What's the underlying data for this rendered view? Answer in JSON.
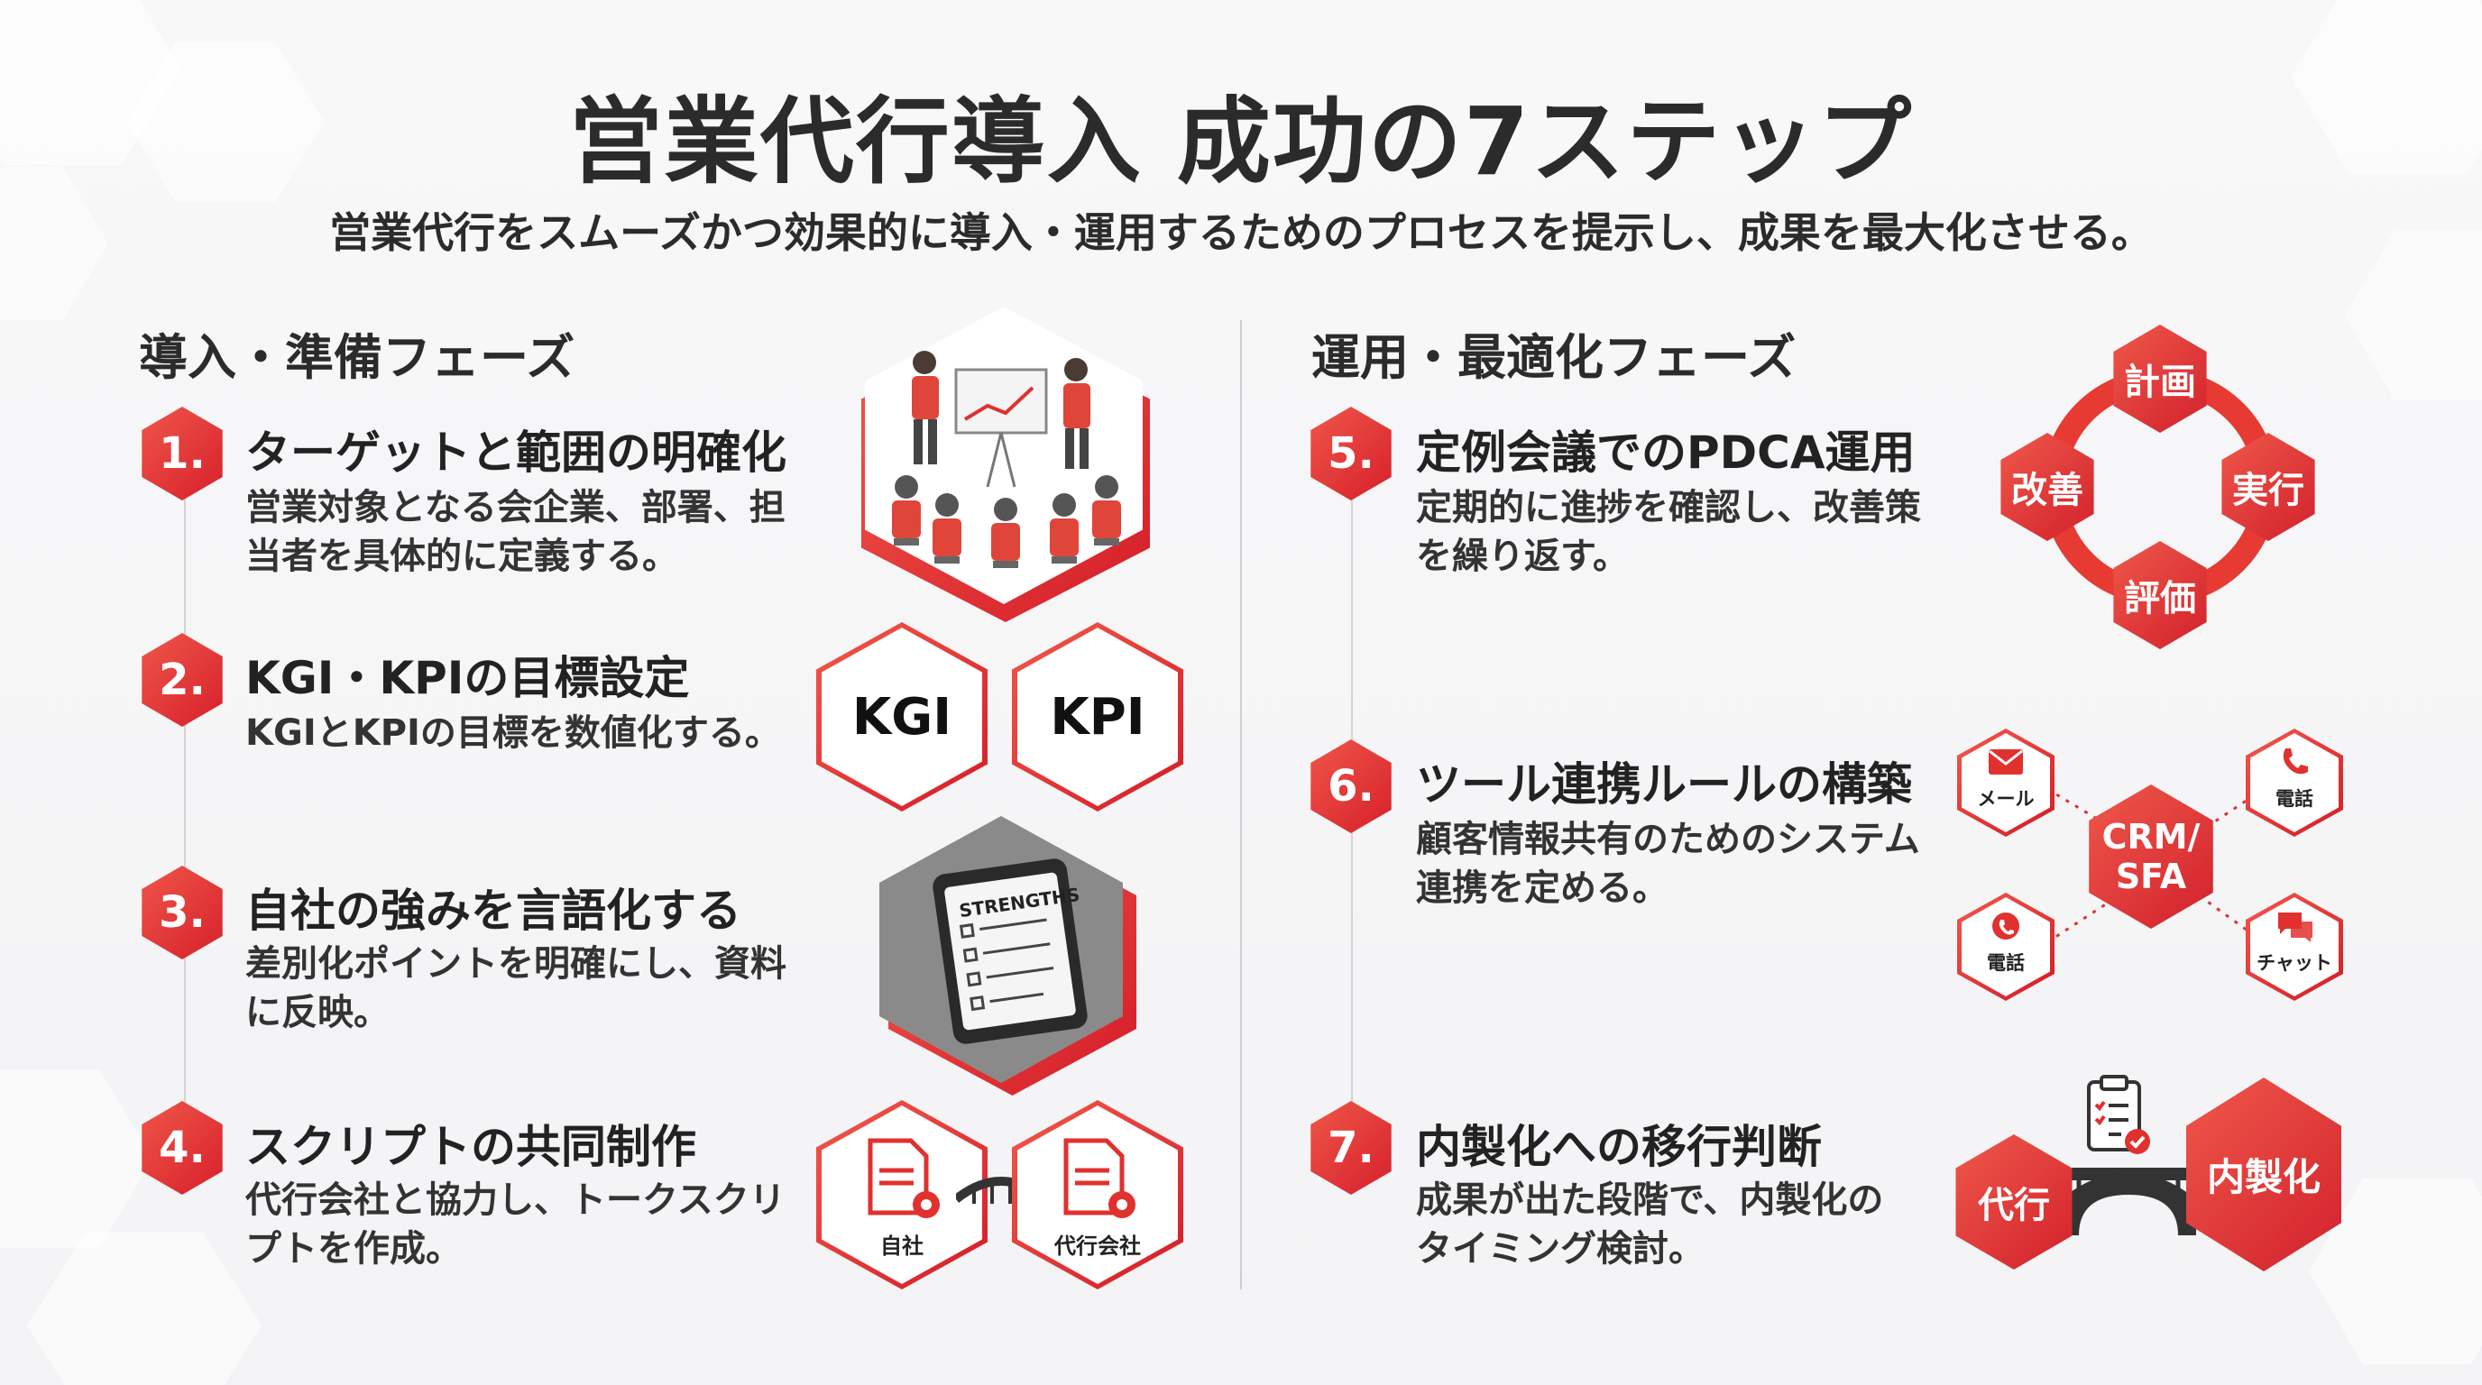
{
  "title": "営業代行導入 成功の7ステップ",
  "subtitle": "営業代行をスムーズかつ効果的に導入・運用するためのプロセスを提示し、成果を最大化させる。",
  "left_phase": "導入・準備フェーズ",
  "right_phase": "運用・最適化フェーズ",
  "steps": [
    {
      "num": "1.",
      "title": "ターゲットと範囲の明確化",
      "desc1": "営業対象となる会企業、部署、担",
      "desc2": "当者を具体的に定義する。"
    },
    {
      "num": "2.",
      "title": "KGI・KPIの目標設定",
      "desc1": "KGIとKPIの目標を数値化する。",
      "desc2": ""
    },
    {
      "num": "3.",
      "title": "自社の強みを言語化する",
      "desc1": "差別化ポイントを明確にし、資料",
      "desc2": "に反映。"
    },
    {
      "num": "4.",
      "title": "スクリプトの共同制作",
      "desc1": "代行会社と協力し、トークスクリ",
      "desc2": "プトを作成。"
    },
    {
      "num": "5.",
      "title": "定例会議でのPDCA運用",
      "desc1": "定期的に進捗を確認し、改善策",
      "desc2": "を繰り返す。"
    },
    {
      "num": "6.",
      "title": "ツール連携ルールの構築",
      "desc1": "顧客情報共有のためのシステム",
      "desc2": "連携を定める。"
    },
    {
      "num": "7.",
      "title": "内製化への移行判断",
      "desc1": "成果が出た段階で、内製化の",
      "desc2": "タイミング検討。"
    }
  ],
  "kgi": "KGI",
  "kpi": "KPI",
  "strengths_label": "STRENGTHS",
  "bridge": {
    "left": "自社",
    "right": "代行会社"
  },
  "pdca": {
    "top": "計画",
    "right": "実行",
    "bottom": "評価",
    "left": "改善"
  },
  "crm": {
    "center_line1": "CRM/",
    "center_line2": "SFA",
    "tl": "メール",
    "tr": "電話",
    "bl": "電話",
    "br": "チャット"
  },
  "transition": {
    "left": "代行",
    "right": "内製化"
  },
  "colors": {
    "accent": "#e0312f",
    "accent_light": "#f2584a",
    "text": "#222222"
  }
}
